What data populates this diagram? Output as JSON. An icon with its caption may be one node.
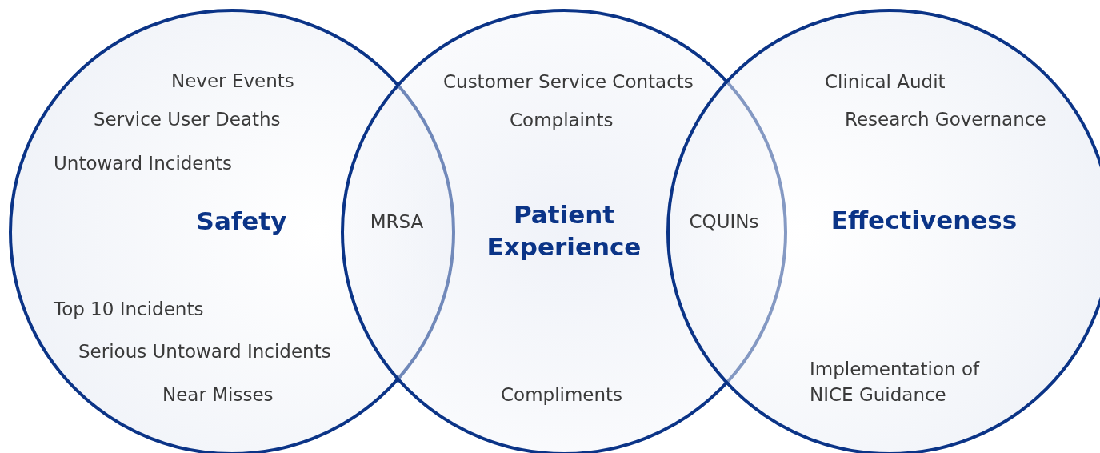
{
  "diagram": {
    "nodes": [
      {
        "text": [
          "Never Events",
          "Service User Deaths",
          "Untoward Incidents",
          "Safety",
          "Top 10 Incidents",
          "Serious Untoward Incidents",
          "Near Misses"
        ]
      },
      {
        "text": [
          "Customer Service Contacts",
          "Complaints",
          "Patient Experience",
          "Compliments"
        ]
      },
      {
        "text": [
          "Clinical Audit",
          "Research Governance",
          "Effectiveness",
          "Implementation of NICE Guidance"
        ]
      }
    ],
    "edges": [],
    "labels": [
      "MRSA",
      "CQUINs"
    ]
  }
}
